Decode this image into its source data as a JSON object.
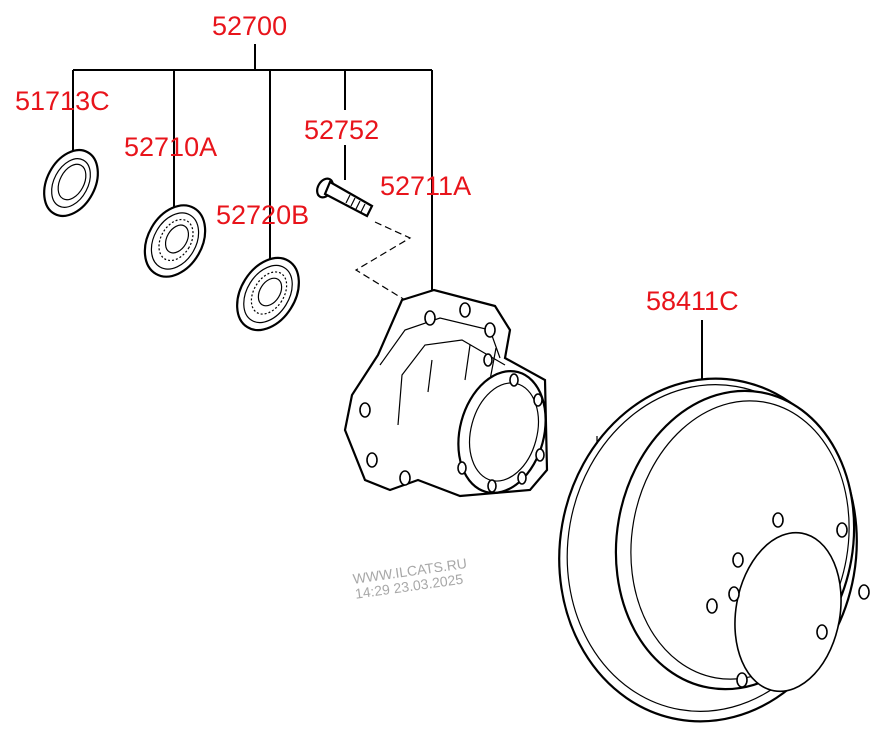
{
  "diagram": {
    "accent_color": "#e8141b",
    "parts": {
      "assembly": "52700",
      "oil_seal": "51713C",
      "outer_bearing": "52710A",
      "inner_bearing": "52720B",
      "hub_bolt": "52752",
      "hub": "52711A",
      "brake_drum": "58411C"
    },
    "watermark": {
      "line1": "WWW.ILCATS.RU",
      "line2": "14:29 23.03.2025"
    }
  }
}
